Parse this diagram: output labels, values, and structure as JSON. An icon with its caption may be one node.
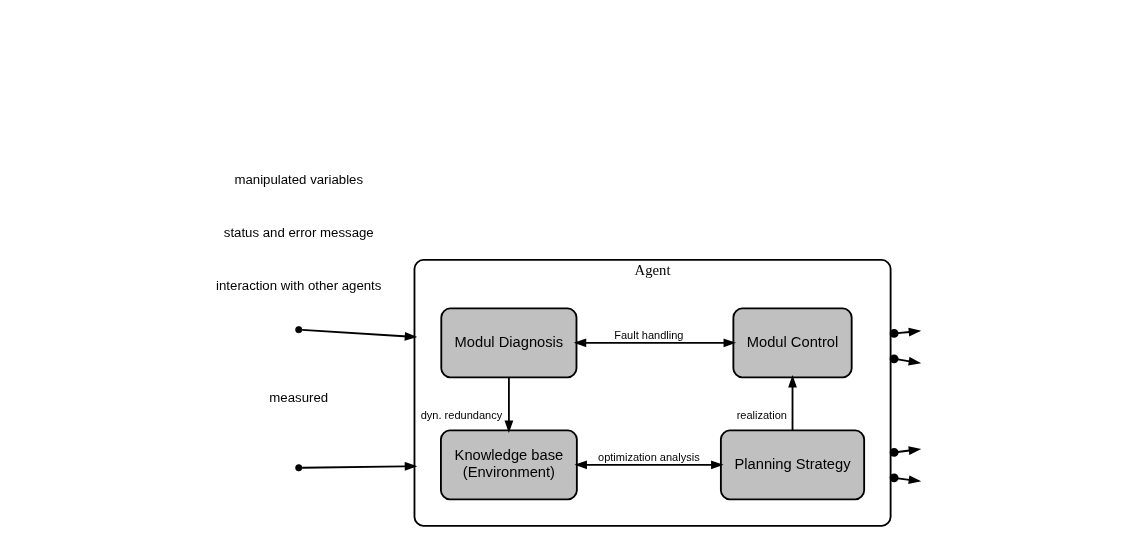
{
  "diagram": {
    "nodes": [
      {
        "text": [
          "Agent"
        ]
      },
      {
        "text": [
          "Modul Diagnosis"
        ],
        "in": 0
      },
      {
        "text": [
          "Modul Control"
        ],
        "in": 0
      },
      {
        "text": [
          "Knowledge base",
          "(Environment)"
        ],
        "in": 0
      },
      {
        "text": [
          "Planning Strategy"
        ],
        "in": 0
      }
    ],
    "edges": [
      {
        "from": null,
        "to": 0,
        "arrow": "to"
      },
      {
        "from": null,
        "to": 0,
        "arrow": "to"
      },
      {
        "from": 1,
        "to": 2,
        "arrow": "both",
        "label": "Fault handling"
      },
      {
        "from": 1,
        "to": 3,
        "arrow": "to",
        "label": "dyn. redundancy"
      },
      {
        "from": 3,
        "to": 4,
        "arrow": "both",
        "label": "optimization analysis"
      },
      {
        "from": 4,
        "to": 2,
        "arrow": "to",
        "label": "realization"
      },
      {
        "from": 0,
        "to": null,
        "arrow": "to"
      },
      {
        "from": 0,
        "to": null,
        "arrow": "to"
      },
      {
        "from": 0,
        "to": null,
        "arrow": "to"
      },
      {
        "from": 0,
        "to": null,
        "arrow": "to"
      }
    ],
    "labels": [
      "measured",
      "manipulated variables",
      "status and error message",
      "interaction with other agents"
    ]
  }
}
